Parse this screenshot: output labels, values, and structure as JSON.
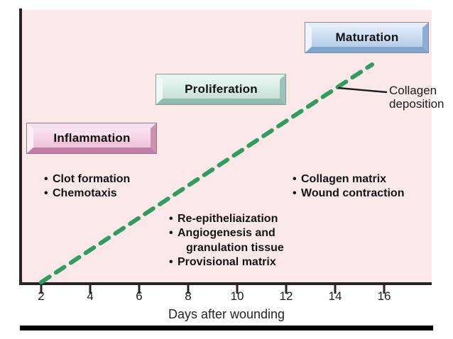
{
  "figure": {
    "background_color": "#ffffff",
    "plot_background_color": "#fbe9ea",
    "axis_color": "#2b2323",
    "curve_color": "#2e9c63"
  },
  "phases": [
    {
      "id": "inflammation",
      "label": "Inflammation",
      "color": "#f6d8e6"
    },
    {
      "id": "proliferation",
      "label": "Proliferation",
      "color": "#d8ece5"
    },
    {
      "id": "maturation",
      "label": "Maturation",
      "color": "#cddef1"
    }
  ],
  "bullets": {
    "inflammation": [
      "Clot formation",
      "Chemotaxis"
    ],
    "proliferation": [
      "Re-epitheliaization",
      "Angiogenesis and",
      "granulation tissue",
      "Provisional matrix"
    ],
    "maturation": [
      "Collagen matrix",
      "Wound contraction"
    ]
  },
  "annotation": {
    "line1": "Collagen",
    "line2": "deposition"
  },
  "chart_data": {
    "type": "line",
    "title": "",
    "xlabel": "Days after wounding",
    "ylabel": "",
    "xlim": [
      1,
      17
    ],
    "ylim": [
      0,
      1
    ],
    "grid": false,
    "legend": "none",
    "xticks": [
      "2",
      "4",
      "6",
      "8",
      "10",
      "12",
      "14",
      "16"
    ],
    "series": [
      {
        "name": "Collagen deposition",
        "style": "dashed",
        "color": "#2e9c63",
        "x": [
          2,
          14
        ],
        "y": [
          0,
          0.8
        ]
      }
    ],
    "annotations": [
      "Collagen deposition",
      "Inflammation",
      "Proliferation",
      "Maturation"
    ]
  }
}
